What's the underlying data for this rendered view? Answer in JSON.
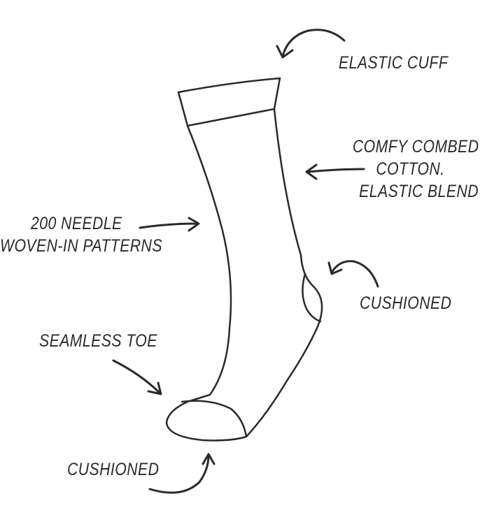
{
  "labels": {
    "elastic_cuff": "ELASTIC CUFF",
    "cotton_1": "COMFY COMBED",
    "cotton_2": "COTTON.",
    "cotton_3": "ELASTIC BLEND",
    "needle_1": "200 NEEDLE",
    "needle_2": "WOVEN-IN PATTERNS",
    "heel_cushioned": "CUSHIONED",
    "seamless_toe": "SEAMLESS TOE",
    "sole_cushioned": "CUSHIONED"
  },
  "colors": {
    "stroke": "#2a2a2a",
    "background": "#ffffff"
  }
}
